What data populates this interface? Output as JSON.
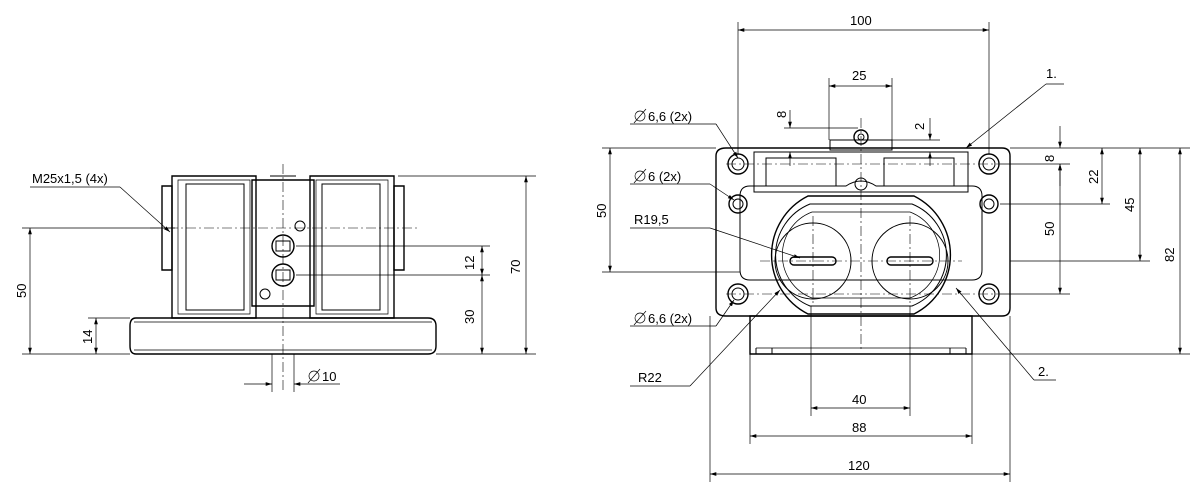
{
  "side_view": {
    "label_thread": "M25x1,5 (4x)",
    "dim_50": "50",
    "dim_14": "14",
    "dim_12": "12",
    "dim_30": "30",
    "dim_70": "70",
    "dim_phi10": "10"
  },
  "front_view": {
    "dim_100": "100",
    "dim_25": "25",
    "dim_8_top": "8",
    "dim_2": "2",
    "label_1": "1.",
    "label_hole_66_top": "6,6 (2x)",
    "label_hole_6": "6 (2x)",
    "label_r195": "R19,5",
    "dim_50_left": "50",
    "dim_8_right": "8",
    "dim_22": "22",
    "dim_45": "45",
    "dim_50_right": "50",
    "dim_82": "82",
    "label_hole_66_bottom": "6,6 (2x)",
    "label_r22": "R22",
    "label_2": "2.",
    "dim_40": "40",
    "dim_88": "88",
    "dim_120": "120"
  }
}
